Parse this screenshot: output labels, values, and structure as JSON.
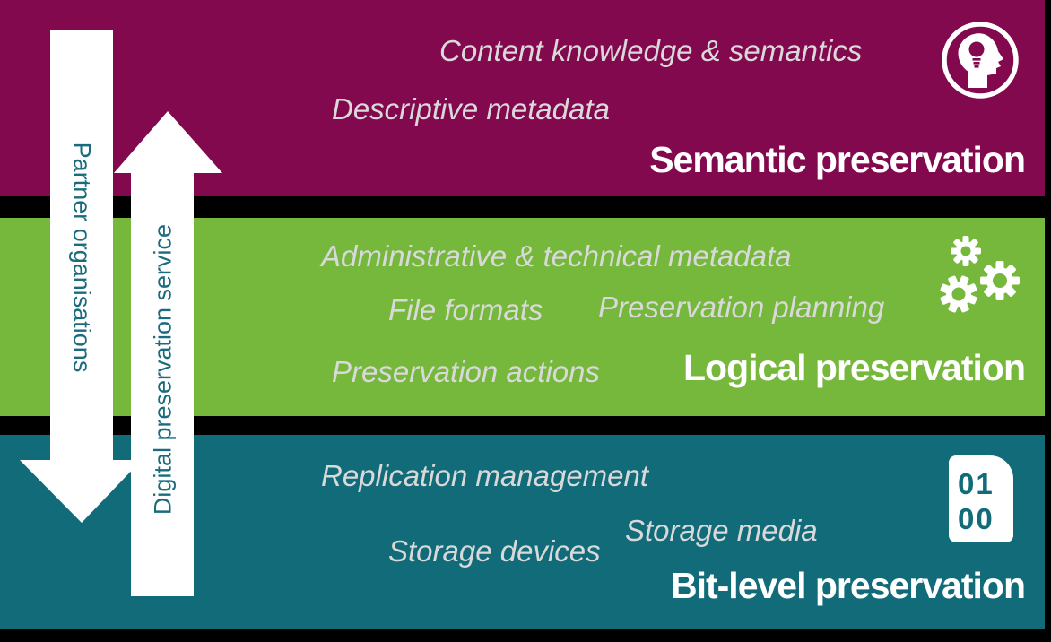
{
  "diagram": {
    "description": "Digital preservation service layers diagram with three stacked bands and two vertical flow arrows"
  },
  "colors": {
    "semantic_band": "#83094f",
    "logical_band": "#76b83c",
    "bitlevel_band": "#116b79",
    "separator": "#000000",
    "arrow_fill": "#ffffff",
    "arrow_label_text": "#1a6b7e",
    "item_text": "#d9d9da",
    "title_text": "#ffffff"
  },
  "arrows": [
    {
      "label": "Partner organisations",
      "direction": "down"
    },
    {
      "label": "Digital preservation service",
      "direction": "up"
    }
  ],
  "bands": [
    {
      "title": "Semantic preservation",
      "icon": "head-lightbulb-icon",
      "items": [
        "Content knowledge & semantics",
        "Descriptive metadata"
      ]
    },
    {
      "title": "Logical preservation",
      "icon": "gears-icon",
      "items": [
        "Administrative & technical metadata",
        "File formats",
        "Preservation planning",
        "Preservation actions"
      ]
    },
    {
      "title": "Bit-level preservation",
      "icon": "binary-document-icon",
      "items": [
        "Replication management",
        "Storage media",
        "Storage devices"
      ]
    }
  ],
  "binary_icon": {
    "line1": "01",
    "line2": "00"
  }
}
